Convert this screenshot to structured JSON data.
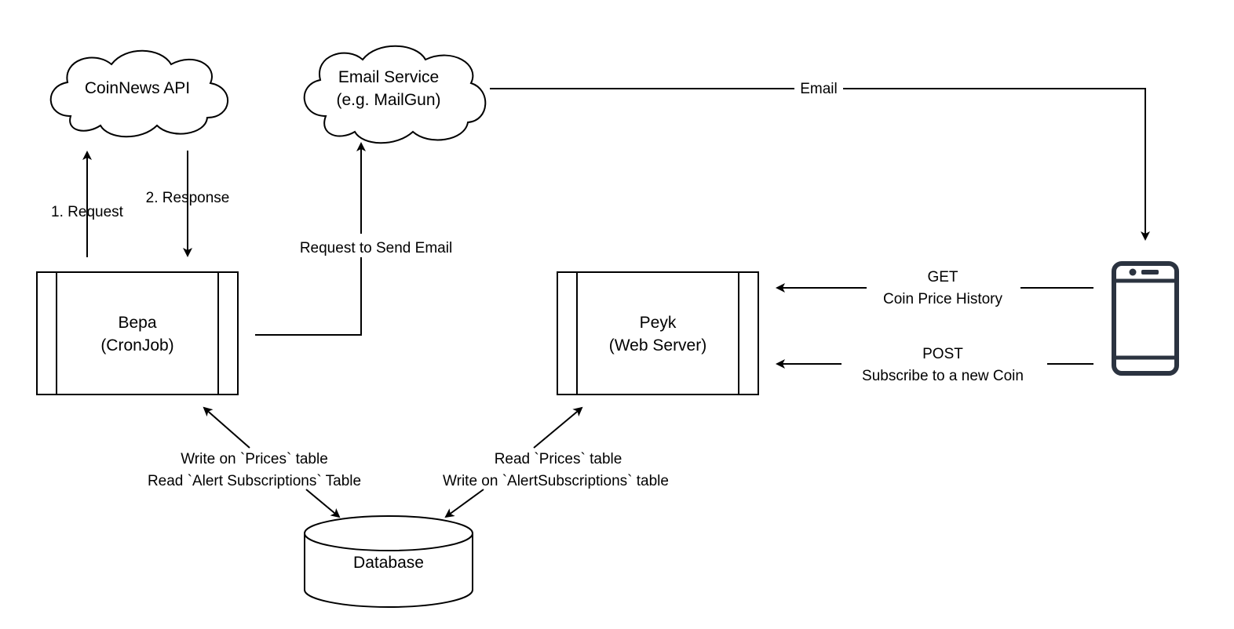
{
  "colors": {
    "stroke": "#000000",
    "background": "#ffffff",
    "phone_icon": "#2b3340"
  },
  "nodes": {
    "coinnews": {
      "label": "CoinNews API"
    },
    "email_service": {
      "line1": "Email Service",
      "line2": "(e.g. MailGun)"
    },
    "bepa": {
      "line1": "Bepa",
      "line2": "(CronJob)"
    },
    "peyk": {
      "line1": "Peyk",
      "line2": "(Web Server)"
    },
    "database": {
      "label": "Database"
    },
    "phone": {
      "icon": "smartphone-icon"
    }
  },
  "edges": {
    "request": "1. Request",
    "response": "2. Response",
    "send_email": "Request to Send Email",
    "email": "Email",
    "get_line1": "GET",
    "get_line2": "Coin Price History",
    "post_line1": "POST",
    "post_line2": "Subscribe to a new Coin",
    "bepa_db_line1": "Write on `Prices` table",
    "bepa_db_line2": "Read `Alert Subscriptions` Table",
    "peyk_db_line1": "Read `Prices` table",
    "peyk_db_line2": "Write on `AlertSubscriptions` table"
  }
}
